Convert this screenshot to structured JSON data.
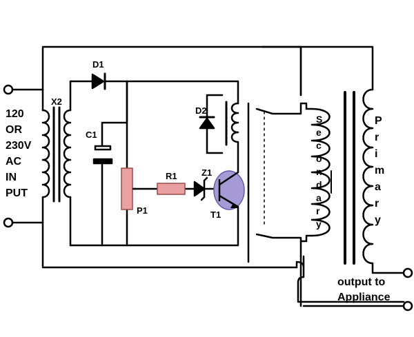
{
  "input": {
    "lines": [
      "120",
      "OR",
      "230V",
      "AC",
      "IN",
      "PUT"
    ]
  },
  "components": {
    "transformer_x2": "X2",
    "diode_d1": "D1",
    "diode_d2": "D2",
    "capacitor_c1": "C1",
    "resistor_r1": "R1",
    "zener_z1": "Z1",
    "pot_p1": "P1",
    "transistor_t1": "T1"
  },
  "main_transformer": {
    "secondary_letters": [
      "S",
      "e",
      "c",
      "o",
      "n",
      "d",
      "a",
      "r",
      "y"
    ],
    "primary_letters": [
      "P",
      "r",
      "i",
      "m",
      "a",
      "r",
      "y"
    ]
  },
  "output": {
    "line1": "output to",
    "line2": "Appliance"
  },
  "colors": {
    "wire": "#000000",
    "pot_fill": "#e8a0a0",
    "resistor_fill": "#e8a0a0",
    "transistor_fill": "#a69ad6",
    "component_stroke": "#9a4a4a"
  }
}
